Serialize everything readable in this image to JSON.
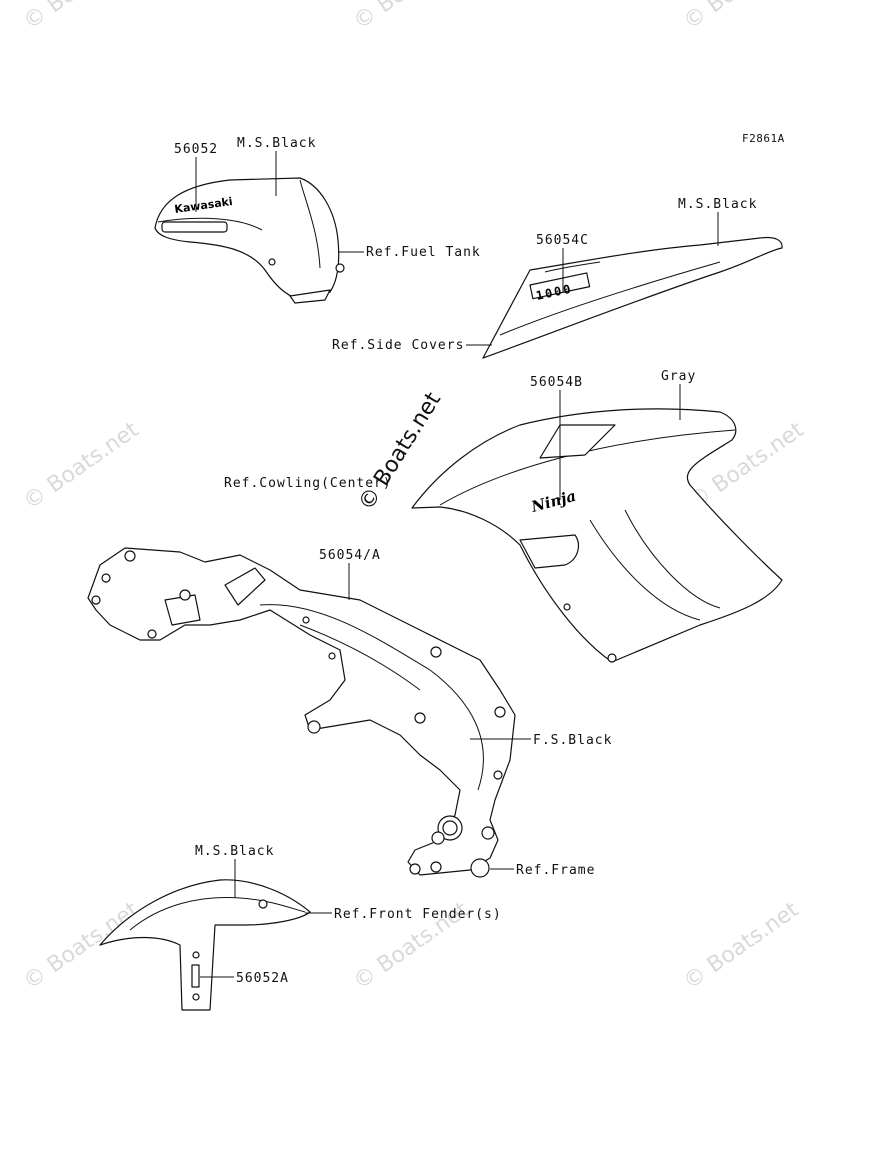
{
  "diagram": {
    "figure_code": "F2861A",
    "watermark": "© Boats.net",
    "labels": {
      "fuel_tank_part": "56052",
      "fuel_tank_color": "M.S.Black",
      "fuel_tank_ref": "Ref.Fuel Tank",
      "fuel_tank_logo": "Kawasaki",
      "side_cover_color": "M.S.Black",
      "side_cover_part": "56054C",
      "side_cover_ref": "Ref.Side Covers",
      "side_cover_badge": "1000",
      "cowling_part": "56054B",
      "cowling_color": "Gray",
      "cowling_ref": "Ref.Cowling(Center)",
      "cowling_logo": "Ninja",
      "frame_part": "56054/A",
      "frame_color": "F.S.Black",
      "frame_ref": "Ref.Frame",
      "fender_color": "M.S.Black",
      "fender_ref": "Ref.Front Fender(s)",
      "fender_part": "56052A"
    }
  }
}
